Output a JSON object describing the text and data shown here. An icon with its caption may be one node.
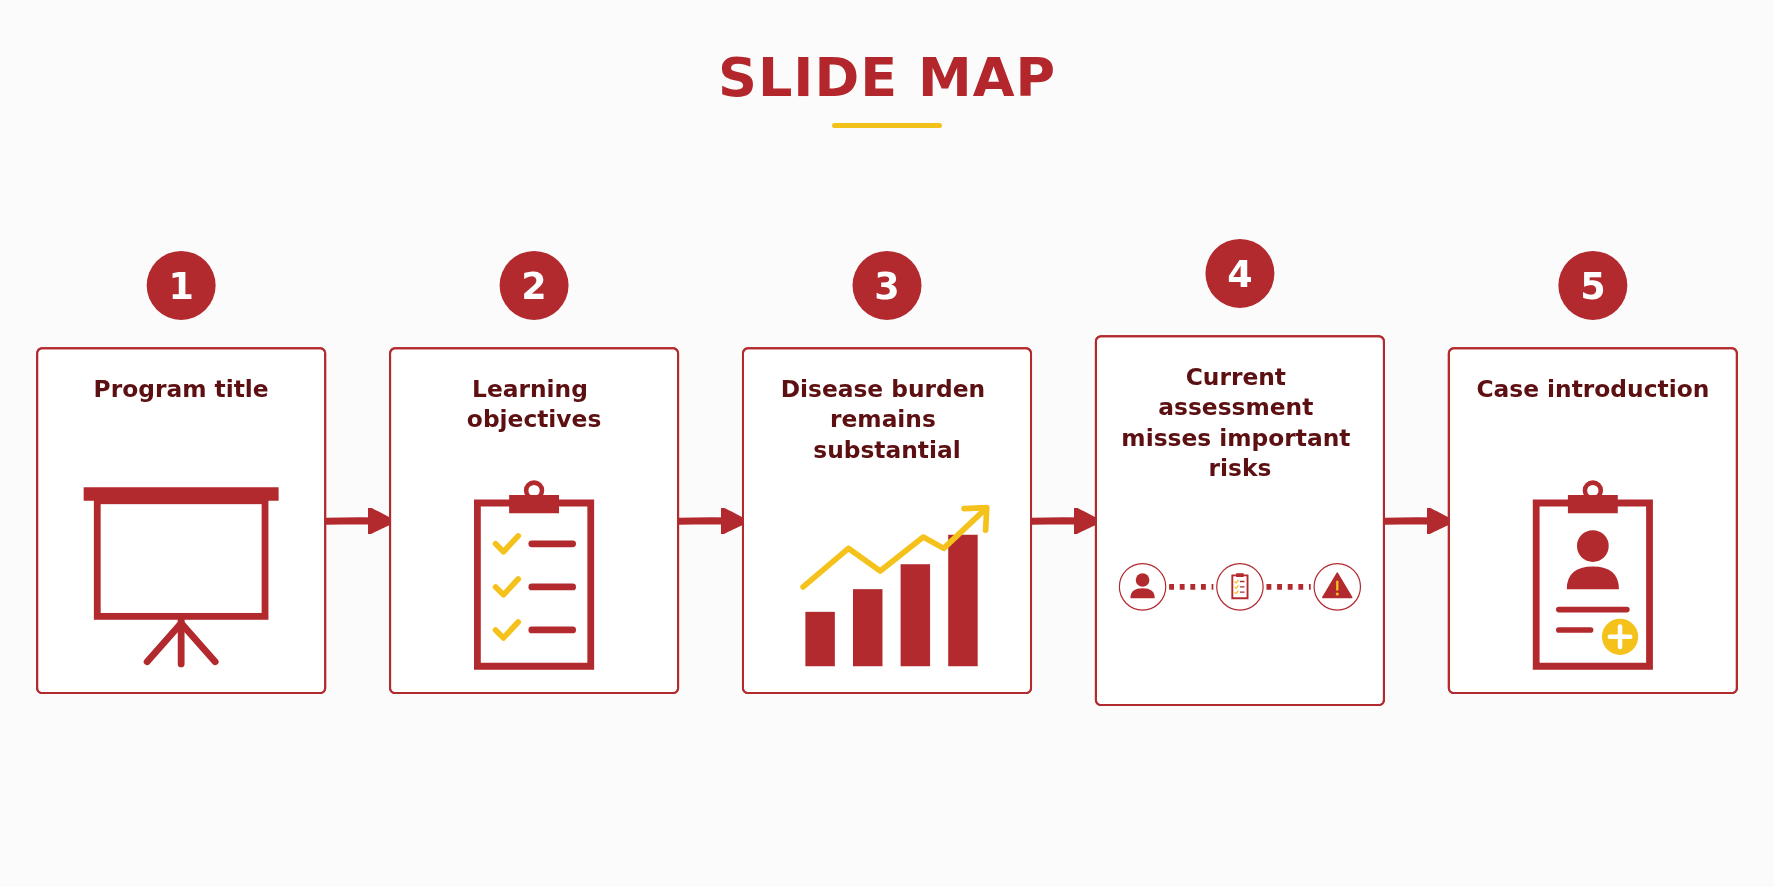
{
  "diagram": {
    "title": "SLIDE MAP",
    "nodes": [
      {
        "text": [
          "Program title"
        ],
        "beside": [
          "1"
        ]
      },
      {
        "text": [
          "Learning objectives"
        ],
        "beside": [
          "2"
        ]
      },
      {
        "text": [
          "Disease burden remains substantial"
        ],
        "beside": [
          "3"
        ]
      },
      {
        "text": [
          "Current assessment misses important risks"
        ],
        "beside": [
          "4"
        ]
      },
      {
        "text": [
          "Case introduction"
        ],
        "beside": [
          "5"
        ]
      }
    ],
    "edges": [
      {
        "from": 0,
        "to": 1,
        "arrow": "to"
      },
      {
        "from": 1,
        "to": 2,
        "arrow": "to"
      },
      {
        "from": 2,
        "to": 3,
        "arrow": "to"
      },
      {
        "from": 3,
        "to": 4,
        "arrow": "to"
      }
    ]
  }
}
